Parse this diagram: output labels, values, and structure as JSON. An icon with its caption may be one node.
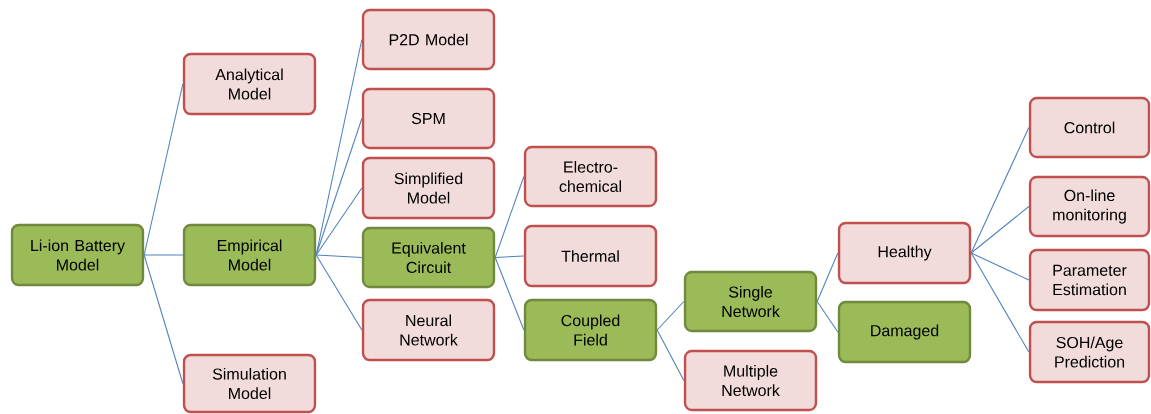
{
  "diagram": {
    "nodes": [
      {
        "text": [
          "Li-ion Battery Model"
        ]
      },
      {
        "text": [
          "Analytical Model"
        ]
      },
      {
        "text": [
          "Empirical Model"
        ]
      },
      {
        "text": [
          "Simulation Model"
        ]
      },
      {
        "text": [
          "P2D Model"
        ]
      },
      {
        "text": [
          "SPM"
        ]
      },
      {
        "text": [
          "Simplified Model"
        ]
      },
      {
        "text": [
          "Equivalent Circuit"
        ]
      },
      {
        "text": [
          "Neural Network"
        ]
      },
      {
        "text": [
          "Electro-chemical"
        ]
      },
      {
        "text": [
          "Thermal"
        ]
      },
      {
        "text": [
          "Coupled Field"
        ]
      },
      {
        "text": [
          "Single Network"
        ]
      },
      {
        "text": [
          "Multiple Network"
        ]
      },
      {
        "text": [
          "Healthy"
        ]
      },
      {
        "text": [
          "Damaged"
        ]
      },
      {
        "text": [
          "Control"
        ]
      },
      {
        "text": [
          "On-line monitoring"
        ]
      },
      {
        "text": [
          "Parameter Estimation"
        ]
      },
      {
        "text": [
          "SOH/Age Prediction"
        ]
      }
    ],
    "edges": [
      {
        "from": 0,
        "to": 1,
        "arrow": "none"
      },
      {
        "from": 0,
        "to": 2,
        "arrow": "none"
      },
      {
        "from": 0,
        "to": 3,
        "arrow": "none"
      },
      {
        "from": 2,
        "to": 4,
        "arrow": "none"
      },
      {
        "from": 2,
        "to": 5,
        "arrow": "none"
      },
      {
        "from": 2,
        "to": 6,
        "arrow": "none"
      },
      {
        "from": 2,
        "to": 7,
        "arrow": "none"
      },
      {
        "from": 2,
        "to": 8,
        "arrow": "none"
      },
      {
        "from": 7,
        "to": 9,
        "arrow": "none"
      },
      {
        "from": 7,
        "to": 10,
        "arrow": "none"
      },
      {
        "from": 7,
        "to": 11,
        "arrow": "none"
      },
      {
        "from": 11,
        "to": 12,
        "arrow": "none"
      },
      {
        "from": 11,
        "to": 13,
        "arrow": "none"
      },
      {
        "from": 12,
        "to": 14,
        "arrow": "none"
      },
      {
        "from": 12,
        "to": 15,
        "arrow": "none"
      },
      {
        "from": 14,
        "to": 16,
        "arrow": "none"
      },
      {
        "from": 14,
        "to": 17,
        "arrow": "none"
      },
      {
        "from": 14,
        "to": 18,
        "arrow": "none"
      },
      {
        "from": 14,
        "to": 19,
        "arrow": "none"
      }
    ]
  }
}
